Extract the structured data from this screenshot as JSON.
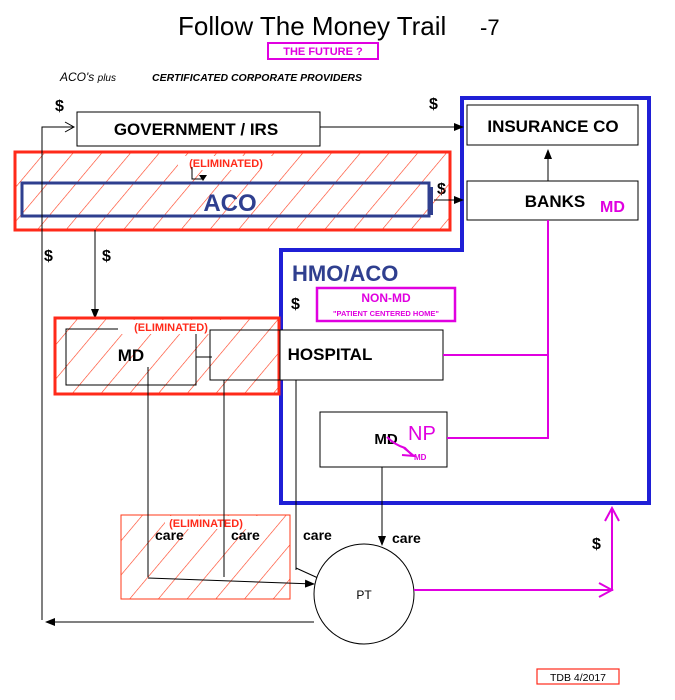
{
  "title": {
    "main": "Follow The Money Trail",
    "suffix": "-7"
  },
  "subtitle": "THE FUTURE ?",
  "tagline": {
    "part1": "ACO's",
    "part2": "plus",
    "part3": "CERTIFICATED CORPORATE PROVIDERS"
  },
  "nodes": {
    "government": "GOVERNMENT / IRS",
    "insurance": "INSURANCE CO",
    "banks": "BANKS",
    "banks_md": "MD",
    "aco": "ACO",
    "aco_eliminated": "(ELIMINATED)",
    "hmo_aco": "HMO/ACO",
    "non_md": "NON-MD",
    "patient_home": "\"PATIENT CENTERED HOME\"",
    "md_top": "MD",
    "md_top_eliminated": "(ELIMINATED)",
    "hospital": "HOSPITAL",
    "md_inner": "MD",
    "np": "NP",
    "np_md": "MD",
    "care_eliminated": "(ELIMINATED)",
    "pt": "PT"
  },
  "labels": {
    "dollar": "$",
    "care": "care"
  },
  "footer": "TDB 4/2017",
  "colors": {
    "red": "#ff2a1a",
    "blue": "#1f1fd6",
    "navy": "#2f3f8f",
    "magenta": "#e000e0",
    "black": "#000000"
  }
}
